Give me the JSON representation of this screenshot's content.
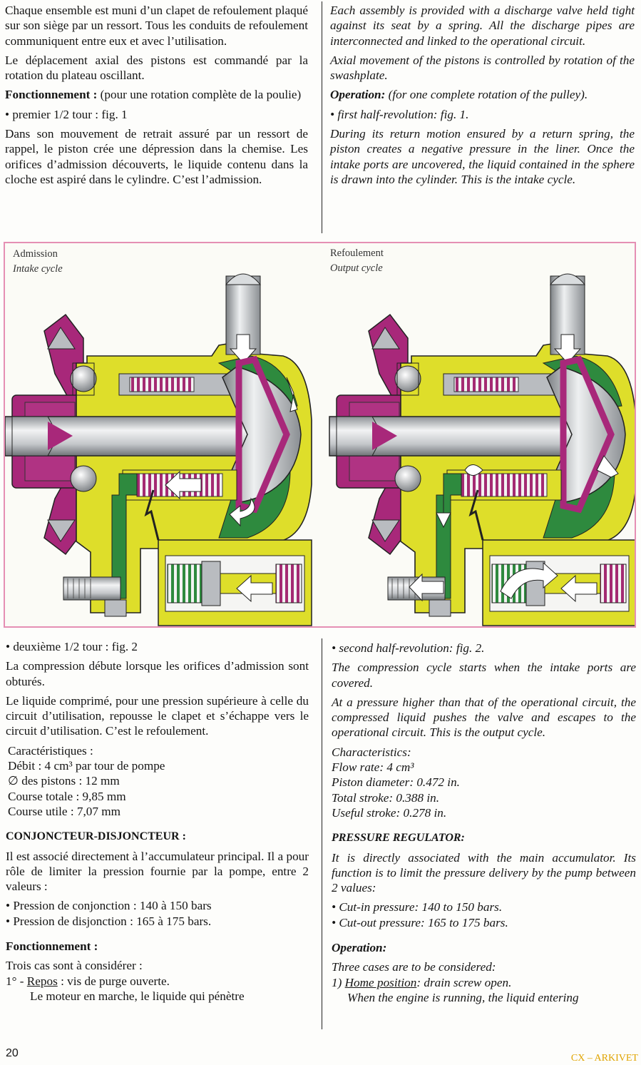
{
  "page_number": "20",
  "watermark": "CX – ARKIVET",
  "top": {
    "fr": {
      "p1": "Chaque ensemble est muni d’un clapet de refoulement plaqué sur son siège par un ressort. Tous les conduits de refoulement communiquent entre eux et avec l’utilisation.",
      "p2": "Le déplacement axial des pistons est commandé par la rotation du plateau oscillant.",
      "p3_bold": "Fonctionnement :",
      "p3_rest": " (pour une rotation complète de la poulie)",
      "bullet1": "•  premier 1/2 tour : fig. 1",
      "p4": "Dans son mouvement de retrait assuré par un ressort de rappel, le piston crée une dépression dans la chemise. Les orifices d’admission découverts, le liquide contenu dans la cloche est aspiré dans le cylindre. C’est l’admission."
    },
    "en": {
      "p1": "Each assembly is provided with a discharge valve held tight against its seat by a spring. All the discharge pipes are interconnected and linked to the operational circuit.",
      "p2": "Axial movement of the pistons is controlled by rotation of the swashplate.",
      "p3_bold": "Operation:",
      "p3_rest": " (for one complete rotation of the pulley).",
      "bullet1": "•  first half-revolution: fig. 1.",
      "p4": "During its return motion ensured by a return spring, the piston creates a negative pressure in the liner. Once the intake ports are uncovered, the liquid contained in the sphere is drawn into the cylinder. This is the intake cycle."
    }
  },
  "figure": {
    "left_title_fr": "Admission",
    "left_title_en": "Intake cycle",
    "right_title_fr": "Refoulement",
    "right_title_en": "Output cycle"
  },
  "bottom": {
    "fr": {
      "bullet2": "•  deuxième 1/2 tour : fig. 2",
      "p5": "La compression débute lorsque les orifices d’admission sont obturés.",
      "p6": "Le liquide comprimé, pour une pression supérieure à celle du circuit d’utilisation, repousse le clapet et s’échappe vers le circuit d’utilisation. C’est le refoulement.",
      "char_lines": [
        "Caractéristiques :",
        "Débit : 4 cm³ par tour de pompe",
        "∅ des pistons : 12 mm",
        "Course totale : 9,85 mm",
        "Course utile : 7,07 mm"
      ],
      "heading": "CONJONCTEUR-DISJONCTEUR :",
      "p7": "Il est associé directement à l’accumulateur principal. Il a pour rôle de limiter la pression fournie par la pompe, entre 2 valeurs :",
      "list": [
        "•  Pression de conjonction : 140 à 150 bars",
        "•  Pression de disjonction : 165 à 175 bars."
      ],
      "op_heading": "Fonctionnement :",
      "p8": "Trois cas sont à considérer :",
      "case1_num": "1° - ",
      "case1_label": "Repos",
      "case1_rest": " : vis de purge ouverte.",
      "p9": "Le moteur en marche, le liquide qui pénètre"
    },
    "en": {
      "bullet2": "•  second half-revolution: fig. 2.",
      "p5": "The compression cycle starts when the intake ports are covered.",
      "p6": "At a pressure higher than that of the operational circuit, the compressed liquid pushes the valve and escapes to the operational circuit. This is the output cycle.",
      "char_lines": [
        "Characteristics:",
        "Flow rate: 4 cm³",
        "Piston diameter: 0.472 in.",
        "Total stroke: 0.388 in.",
        "Useful stroke: 0.278 in."
      ],
      "heading": "PRESSURE REGULATOR:",
      "p7": "It is directly associated with the main accumulator. Its function is to limit the pressure delivery by the pump between 2 values:",
      "list": [
        "•  Cut-in pressure: 140 to 150 bars.",
        "•  Cut-out pressure: 165 to 175 bars."
      ],
      "op_heading": "Operation:",
      "p8": "Three cases are to be considered:",
      "case1_num": "1) ",
      "case1_label": "Home position",
      "case1_rest": ": drain screw open.",
      "p9": "When the engine is running, the liquid entering"
    }
  },
  "colors": {
    "yellow": "#dede2a",
    "green": "#2e8a3e",
    "magenta": "#a8287a",
    "steel": "#b9bcc0",
    "frame": "#e58fb4"
  }
}
